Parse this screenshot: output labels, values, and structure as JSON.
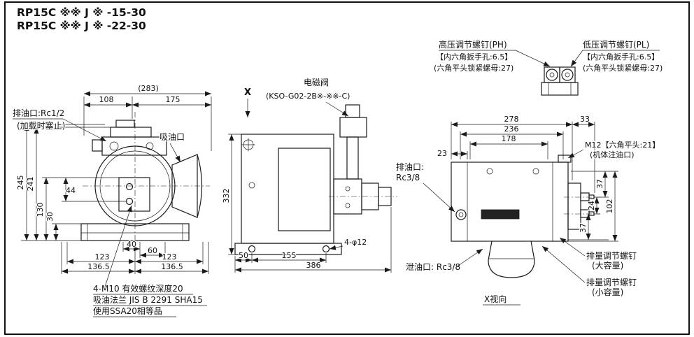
{
  "title": {
    "line1": "RP15C ※※ J ※ -15-30",
    "line2": "RP15C ※※ J ※ -22-30"
  },
  "callouts": {
    "high_pressure": {
      "title": "高压调节螺钉(PH)",
      "wrench": "【内六角扳手孔:6.5】",
      "locknut": "(六角平头锁紧螺母:27)"
    },
    "low_pressure": {
      "title": "低压调节螺钉(PL)",
      "wrench": "【内六角扳手孔:6.5】",
      "locknut": "(六角平头锁紧螺母:27)"
    },
    "solenoid_valve": {
      "title": "电磁阀",
      "model": "(KSO-G02-2B※-※※-C)"
    },
    "drain_front": {
      "title": "排油口:Rc1/2",
      "note": "(加载时塞止)"
    },
    "suction_front": "吸油口",
    "m12_plug": {
      "title": "M12【六角平头:21】",
      "note": "(机体注油口)"
    },
    "drain_rear": {
      "line1": "排油口:",
      "line2": "Rc3/8"
    },
    "drain_bottom": "泄油口: Rc3/8",
    "disp_large": {
      "title": "排量调节螺钉",
      "note": "(大容量)"
    },
    "disp_small": {
      "title": "排量调节螺钉",
      "note": "(小容量)"
    },
    "flange_notes": {
      "line1": "4-M10 有效螺纹深度20",
      "line2": "吸油法兰 JIS B 2291 SHA15",
      "line3": "使用SSA20相等品"
    },
    "x_marker": "X",
    "x_view": "X视向"
  },
  "dimensions": {
    "front_view": {
      "overall_width": "(283)",
      "w108": "108",
      "w175": "175",
      "h245": "245",
      "h241": "241",
      "h130": "130",
      "h30": "30",
      "h44": "44",
      "w40": "40",
      "w60": "60",
      "w123_left": "123",
      "w123_right": "123",
      "w136_left": "136.5",
      "w136_right": "136.5"
    },
    "side_view": {
      "h332": "332",
      "w50": "50",
      "w155": "155",
      "w386": "386",
      "holes": "4-φ12"
    },
    "rear_view": {
      "w278": "278",
      "w33": "33",
      "w236": "236",
      "w178": "178",
      "w23": "23",
      "h102": "102",
      "h37_top": "37",
      "h24": "24",
      "h37_bottom": "37"
    }
  }
}
